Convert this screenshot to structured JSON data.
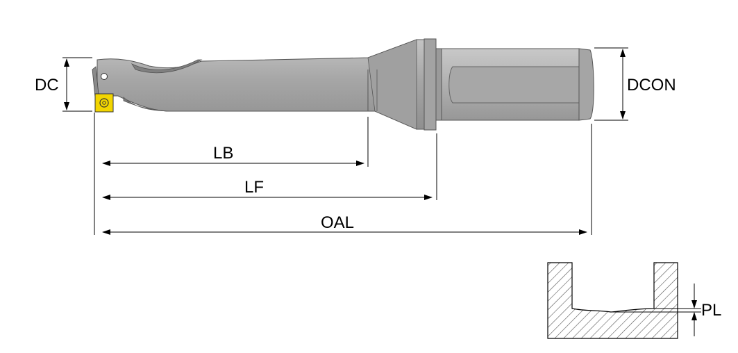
{
  "labels": {
    "dc": "DC",
    "dcon": "DCON",
    "lb": "LB",
    "lf": "LF",
    "oal": "OAL",
    "pl": "PL"
  },
  "colors": {
    "tool_body": "#a9a9a9",
    "tool_shade": "#8c8c8c",
    "shank": "#b3b3b3",
    "insert": "#f2d500",
    "line": "#000000",
    "hatch": "#555555"
  }
}
